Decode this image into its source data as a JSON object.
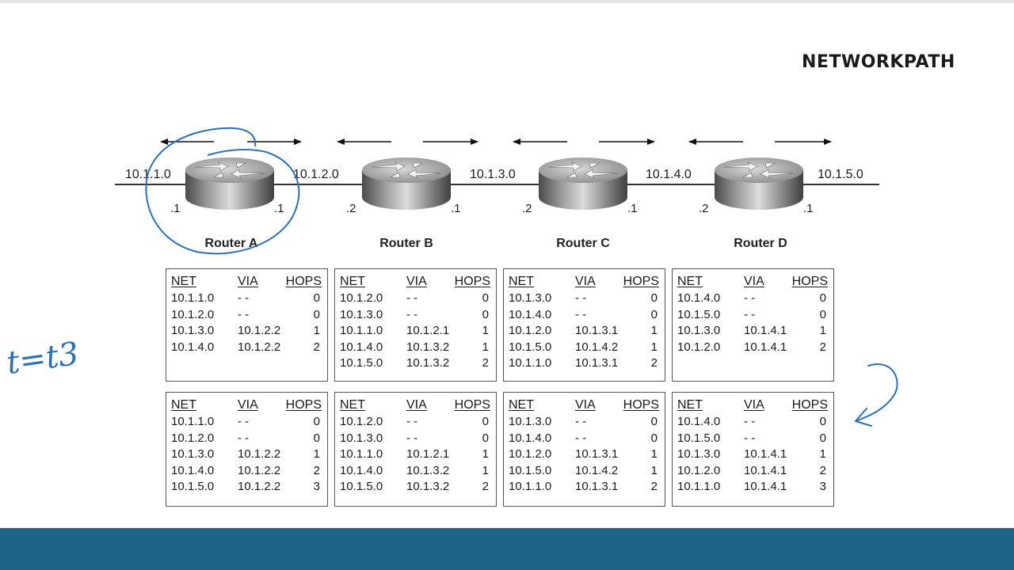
{
  "brand": "NETWORKPATH",
  "annotation": "t=t3",
  "networks": [
    "10.1.1.0",
    "10.1.2.0",
    "10.1.3.0",
    "10.1.4.0",
    "10.1.5.0"
  ],
  "routers": [
    {
      "name": "Router A",
      "left_port": ".1",
      "right_port": ".1"
    },
    {
      "name": "Router B",
      "left_port": ".2",
      "right_port": ".1"
    },
    {
      "name": "Router C",
      "left_port": ".2",
      "right_port": ".1"
    },
    {
      "name": "Router D",
      "left_port": ".2",
      "right_port": ".1"
    }
  ],
  "table_headers": {
    "net": "NET",
    "via": "VIA",
    "hops": "HOPS"
  },
  "tables_before": [
    {
      "rows": [
        {
          "net": "10.1.1.0",
          "via": "- -",
          "hops": "0"
        },
        {
          "net": "10.1.2.0",
          "via": "- -",
          "hops": "0"
        },
        {
          "net": "10.1.3.0",
          "via": "10.1.2.2",
          "hops": "1"
        },
        {
          "net": "10.1.4.0",
          "via": "10.1.2.2",
          "hops": "2"
        }
      ]
    },
    {
      "rows": [
        {
          "net": "10.1.2.0",
          "via": "- -",
          "hops": "0"
        },
        {
          "net": "10.1.3.0",
          "via": "- -",
          "hops": "0"
        },
        {
          "net": "10.1.1.0",
          "via": "10.1.2.1",
          "hops": "1"
        },
        {
          "net": "10.1.4.0",
          "via": "10.1.3.2",
          "hops": "1"
        },
        {
          "net": "10.1.5.0",
          "via": "10.1.3.2",
          "hops": "2"
        }
      ]
    },
    {
      "rows": [
        {
          "net": "10.1.3.0",
          "via": "- -",
          "hops": "0"
        },
        {
          "net": "10.1.4.0",
          "via": "- -",
          "hops": "0"
        },
        {
          "net": "10.1.2.0",
          "via": "10.1.3.1",
          "hops": "1"
        },
        {
          "net": "10.1.5.0",
          "via": "10.1.4.2",
          "hops": "1"
        },
        {
          "net": "10.1.1.0",
          "via": "10.1.3.1",
          "hops": "2"
        }
      ]
    },
    {
      "rows": [
        {
          "net": "10.1.4.0",
          "via": "- -",
          "hops": "0"
        },
        {
          "net": "10.1.5.0",
          "via": "- -",
          "hops": "0"
        },
        {
          "net": "10.1.3.0",
          "via": "10.1.4.1",
          "hops": "1"
        },
        {
          "net": "10.1.2.0",
          "via": "10.1.4.1",
          "hops": "2"
        }
      ]
    }
  ],
  "tables_after": [
    {
      "rows": [
        {
          "net": "10.1.1.0",
          "via": "- -",
          "hops": "0"
        },
        {
          "net": "10.1.2.0",
          "via": "- -",
          "hops": "0"
        },
        {
          "net": "10.1.3.0",
          "via": "10.1.2.2",
          "hops": "1"
        },
        {
          "net": "10.1.4.0",
          "via": "10.1.2.2",
          "hops": "2"
        },
        {
          "net": "10.1.5.0",
          "via": "10.1.2.2",
          "hops": "3"
        }
      ]
    },
    {
      "rows": [
        {
          "net": "10.1.2.0",
          "via": "- -",
          "hops": "0"
        },
        {
          "net": "10.1.3.0",
          "via": "- -",
          "hops": "0"
        },
        {
          "net": "10.1.1.0",
          "via": "10.1.2.1",
          "hops": "1"
        },
        {
          "net": "10.1.4.0",
          "via": "10.1.3.2",
          "hops": "1"
        },
        {
          "net": "10.1.5.0",
          "via": "10.1.3.2",
          "hops": "2"
        }
      ]
    },
    {
      "rows": [
        {
          "net": "10.1.3.0",
          "via": "- -",
          "hops": "0"
        },
        {
          "net": "10.1.4.0",
          "via": "- -",
          "hops": "0"
        },
        {
          "net": "10.1.2.0",
          "via": "10.1.3.1",
          "hops": "1"
        },
        {
          "net": "10.1.5.0",
          "via": "10.1.4.2",
          "hops": "1"
        },
        {
          "net": "10.1.1.0",
          "via": "10.1.3.1",
          "hops": "2"
        }
      ]
    },
    {
      "rows": [
        {
          "net": "10.1.4.0",
          "via": "- -",
          "hops": "0"
        },
        {
          "net": "10.1.5.0",
          "via": "- -",
          "hops": "0"
        },
        {
          "net": "10.1.3.0",
          "via": "10.1.4.1",
          "hops": "1"
        },
        {
          "net": "10.1.2.0",
          "via": "10.1.4.1",
          "hops": "2"
        },
        {
          "net": "10.1.1.0",
          "via": "10.1.4.1",
          "hops": "3"
        }
      ]
    }
  ],
  "colors": {
    "ink": "#1a1a1a",
    "annotation": "#2f6fb3",
    "footer": "#1e6489"
  }
}
